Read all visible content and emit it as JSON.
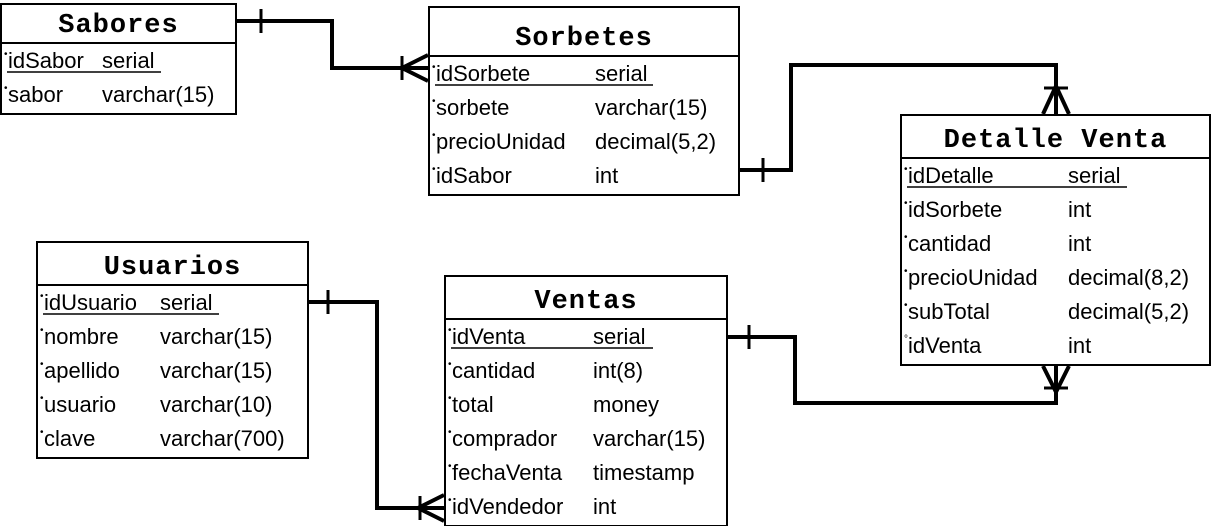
{
  "diagram": {
    "entities": [
      {
        "key": "sabores",
        "title": "Sabores",
        "attributes": [
          {
            "name": "idSabor",
            "type": "serial",
            "marker": "•",
            "pk": true
          },
          {
            "name": "sabor",
            "type": "varchar(15)",
            "marker": "•",
            "pk": false
          }
        ]
      },
      {
        "key": "sorbetes",
        "title": "Sorbetes",
        "attributes": [
          {
            "name": "idSorbete",
            "type": "serial",
            "marker": "•",
            "pk": true
          },
          {
            "name": "sorbete",
            "type": "varchar(15)",
            "marker": "•",
            "pk": false
          },
          {
            "name": "precioUnidad",
            "type": "decimal(5,2)",
            "marker": "•",
            "pk": false
          },
          {
            "name": "idSabor",
            "type": "int",
            "marker": "•",
            "pk": false
          }
        ]
      },
      {
        "key": "detalle",
        "title": "Detalle Venta",
        "attributes": [
          {
            "name": "idDetalle",
            "type": "serial",
            "marker": "•",
            "pk": true
          },
          {
            "name": "idSorbete",
            "type": "int",
            "marker": "•",
            "pk": false
          },
          {
            "name": "cantidad",
            "type": "int",
            "marker": "•",
            "pk": false
          },
          {
            "name": "precioUnidad",
            "type": "decimal(8,2)",
            "marker": "•",
            "pk": false
          },
          {
            "name": "subTotal",
            "type": "decimal(5,2)",
            "marker": "•",
            "pk": false
          },
          {
            "name": "idVenta",
            "type": "int",
            "marker": "°",
            "pk": false
          }
        ]
      },
      {
        "key": "usuarios",
        "title": "Usuarios",
        "attributes": [
          {
            "name": "idUsuario",
            "type": "serial",
            "marker": "•",
            "pk": true
          },
          {
            "name": "nombre",
            "type": "varchar(15)",
            "marker": "•",
            "pk": false
          },
          {
            "name": "apellido",
            "type": "varchar(15)",
            "marker": "•",
            "pk": false
          },
          {
            "name": "usuario",
            "type": "varchar(10)",
            "marker": "•",
            "pk": false
          },
          {
            "name": "clave",
            "type": "varchar(700)",
            "marker": "•",
            "pk": false
          }
        ]
      },
      {
        "key": "ventas",
        "title": "Ventas",
        "attributes": [
          {
            "name": "idVenta",
            "type": "serial",
            "marker": "•",
            "pk": true
          },
          {
            "name": "cantidad",
            "type": "int(8)",
            "marker": "•",
            "pk": false
          },
          {
            "name": "total",
            "type": "money",
            "marker": "•",
            "pk": false
          },
          {
            "name": "comprador",
            "type": "varchar(15)",
            "marker": "•",
            "pk": false
          },
          {
            "name": "fechaVenta",
            "type": "timestamp",
            "marker": "•",
            "pk": false
          },
          {
            "name": "idVendedor",
            "type": "int",
            "marker": "•",
            "pk": false
          }
        ]
      }
    ],
    "relationships": [
      {
        "from": "sabores",
        "to": "sorbetes",
        "from_end": "one",
        "to_end": "many"
      },
      {
        "from": "sorbetes",
        "to": "detalle",
        "from_end": "one",
        "to_end": "many"
      },
      {
        "from": "ventas",
        "to": "detalle",
        "from_end": "one",
        "to_end": "many"
      },
      {
        "from": "usuarios",
        "to": "ventas",
        "from_end": "one",
        "to_end": "many"
      }
    ]
  }
}
